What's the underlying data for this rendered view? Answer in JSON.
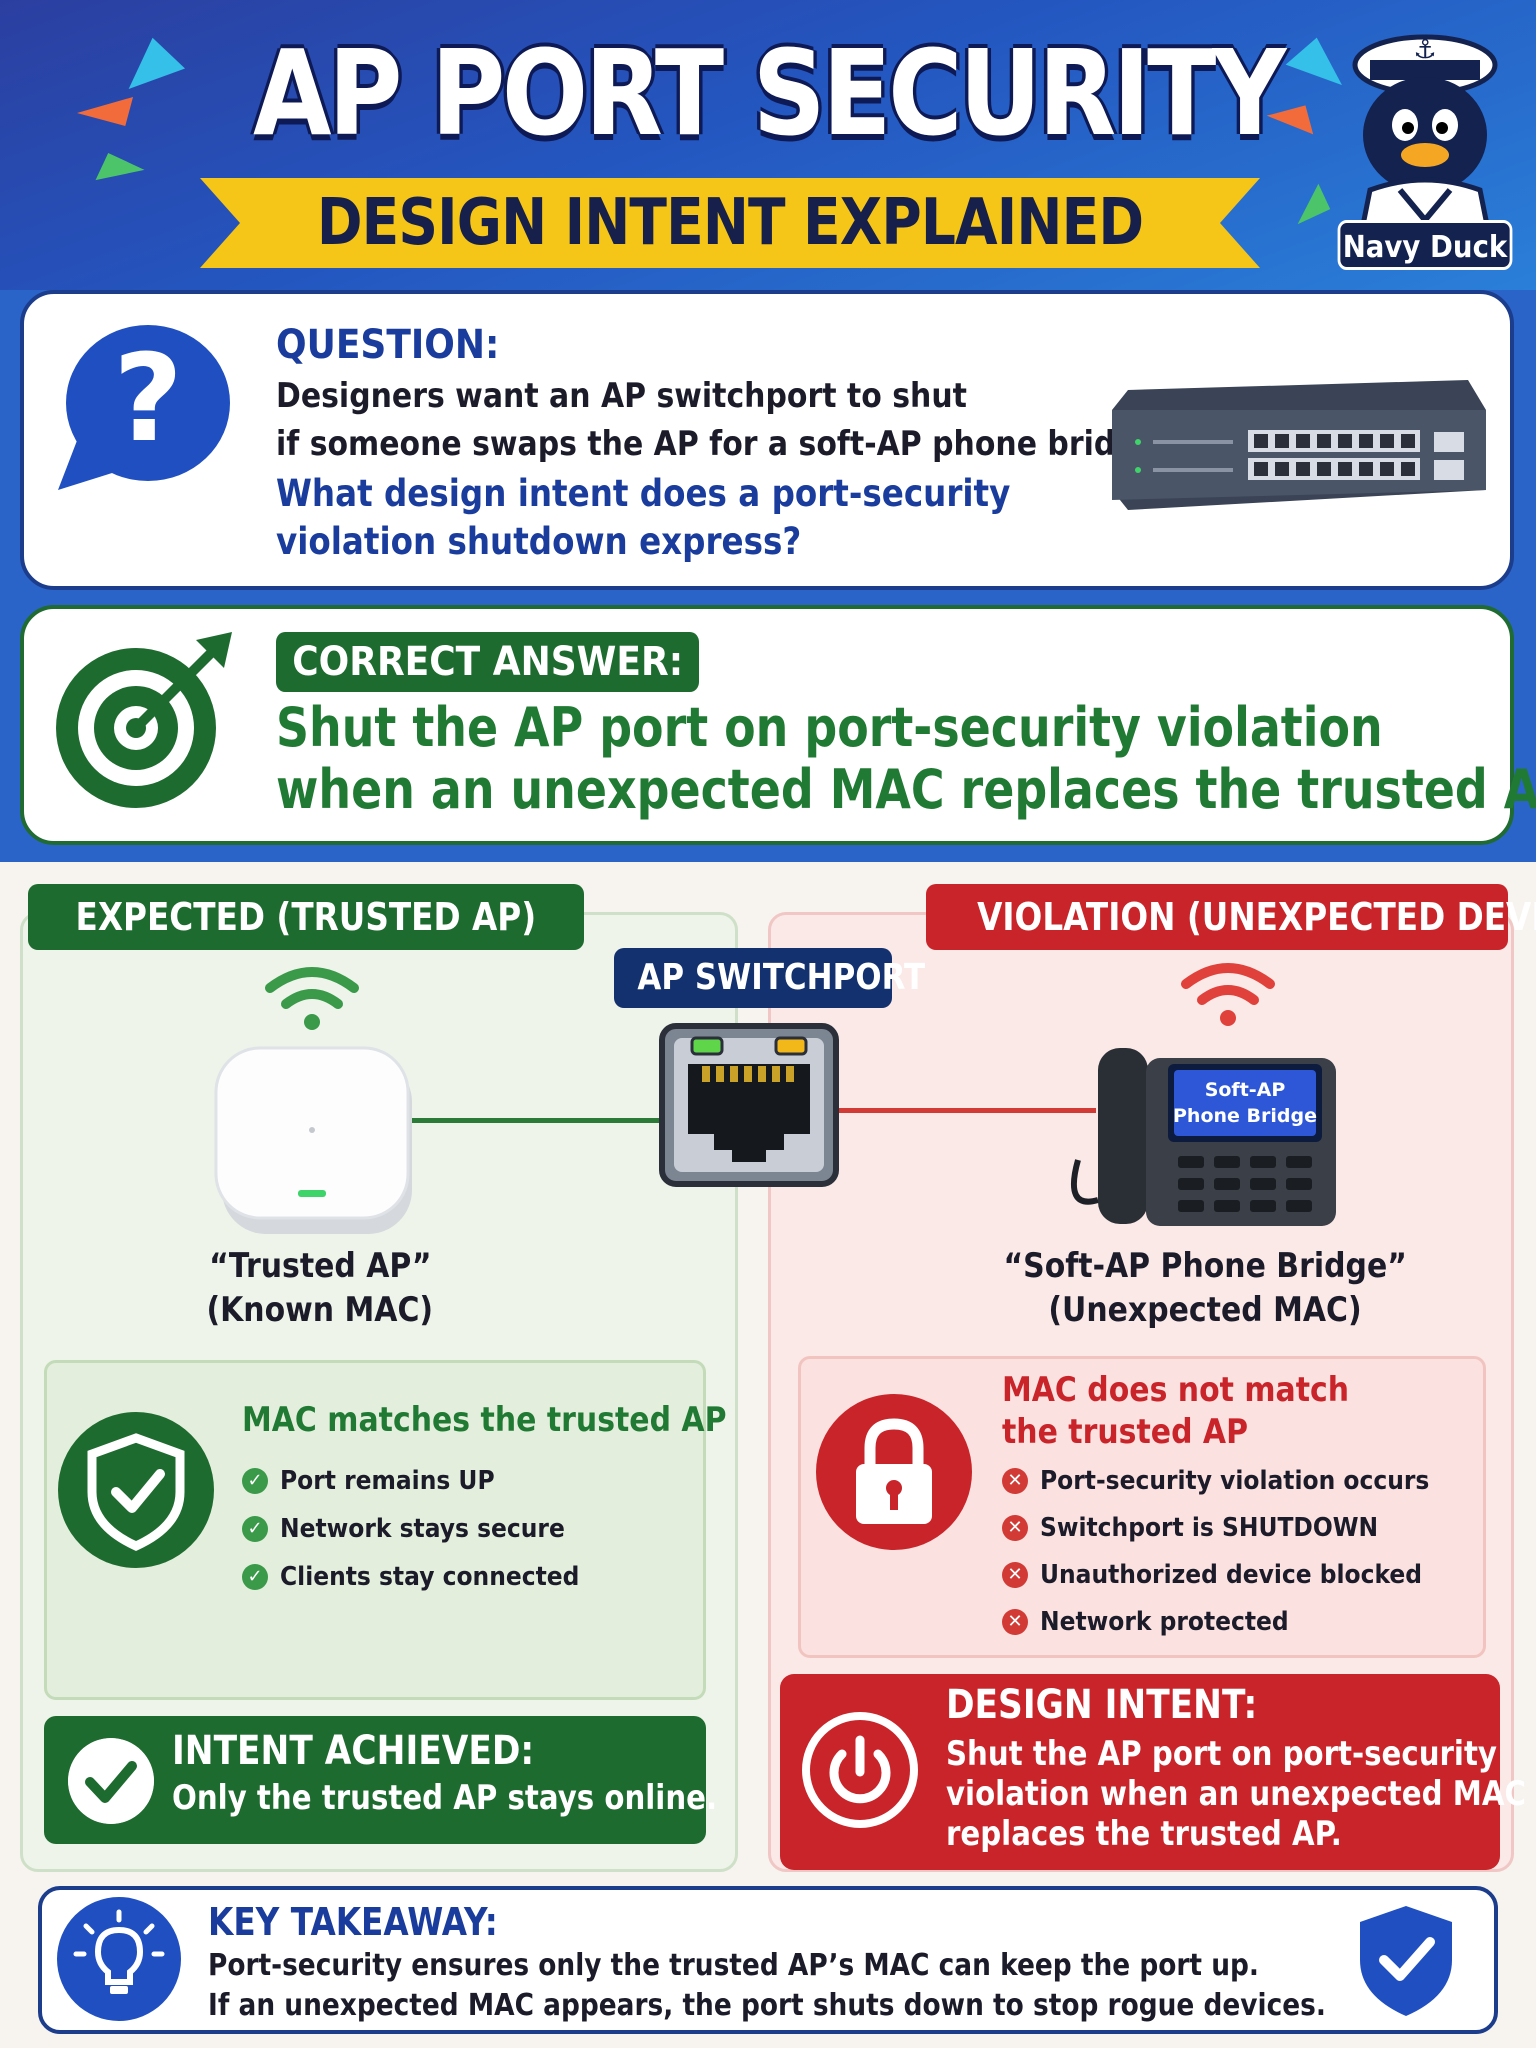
{
  "header": {
    "title": "AP PORT SECURITY",
    "subtitle": "DESIGN INTENT EXPLAINED",
    "mascot_label": "Navy Duck"
  },
  "question": {
    "heading": "QUESTION:",
    "line1": "Designers want an AP switchport to shut",
    "line2": "if someone swaps the AP for a soft-AP phone bridge.",
    "line3": "What design intent does a port-security",
    "line4": "violation shutdown express?",
    "icon": "question-bubble-icon"
  },
  "answer": {
    "heading": "CORRECT ANSWER:",
    "line1": "Shut the AP port on port-security violation",
    "line2": "when an unexpected MAC replaces the trusted AP",
    "icon": "target-icon"
  },
  "diagram": {
    "expected_label": "EXPECTED (TRUSTED AP)",
    "violation_label": "VIOLATION (UNEXPECTED DEVICE)",
    "switchport_label": "AP SWITCHPORT",
    "ap_caption_1": "“Trusted AP”",
    "ap_caption_2": "(Known MAC)",
    "phone_screen_1": "Soft-AP",
    "phone_screen_2": "Phone Bridge",
    "phone_caption_1": "“Soft-AP Phone Bridge”",
    "phone_caption_2": "(Unexpected MAC)"
  },
  "expected_status": {
    "title": "MAC matches the trusted AP",
    "items": [
      "Port remains UP",
      "Network stays secure",
      "Clients stay connected"
    ]
  },
  "violation_status": {
    "title_1": "MAC does not match",
    "title_2": "the trusted AP",
    "items": [
      "Port-security violation occurs",
      "Switchport is SHUTDOWN",
      "Unauthorized device blocked",
      "Network protected"
    ]
  },
  "intent_achieved": {
    "title": "INTENT ACHIEVED:",
    "text": "Only the trusted AP stays online."
  },
  "design_intent": {
    "title": "DESIGN INTENT:",
    "line1": "Shut the AP port on port-security",
    "line2": "violation when an unexpected MAC",
    "line3": "replaces the trusted AP."
  },
  "takeaway": {
    "title": "KEY TAKEAWAY:",
    "line1": "Port-security ensures only the trusted AP’s MAC can keep the port up.",
    "line2": "If an unexpected MAC appears, the port shuts down to stop rogue devices."
  },
  "colors": {
    "navy": "#1a3c9c",
    "green": "#1e6b30",
    "red": "#c9242a",
    "ribbon": "#f5c518"
  }
}
